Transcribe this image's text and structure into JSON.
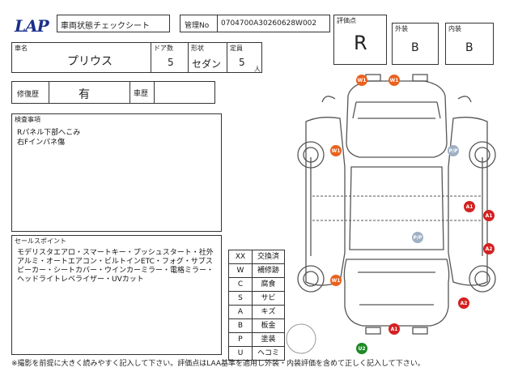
{
  "header": {
    "logo_text": "LAP",
    "sheet_title": "車両状態チェックシート",
    "mgmt_label": "管理No",
    "mgmt_value": "0704700A30260628W002",
    "rating_label": "評価点",
    "rating_value": "R",
    "exterior_label": "外装",
    "exterior_value": "B",
    "interior_label": "内装",
    "interior_value": "B"
  },
  "vehicle": {
    "name_label": "車名",
    "name_value": "プリウス",
    "doors_label": "ドア数",
    "doors_value": "5",
    "shape_label": "形状",
    "shape_value": "セダン",
    "capacity_label": "定員",
    "capacity_value": "5",
    "capacity_unit": "人"
  },
  "repair": {
    "repair_label": "修復歴",
    "repair_value": "有",
    "history_label": "車歴",
    "history_value": ""
  },
  "inspection": {
    "label": "検査事項",
    "text": "Rパネル下部へこみ\n右Fインパネ傷"
  },
  "sales": {
    "label": "セールスポイント",
    "text": "モデリスタエアロ・スマートキー・プッシュスタート・社外アルミ・オートエアコン・ビルトインETC・フォグ・サブスピーカー・シートカバー・ウインカーミラー・電格ミラー・ヘッドライトレベライザー・UVカット"
  },
  "legend": [
    {
      "code": "XX",
      "desc": "交換済"
    },
    {
      "code": "W",
      "desc": "補修跡"
    },
    {
      "code": "C",
      "desc": "腐食"
    },
    {
      "code": "S",
      "desc": "サビ"
    },
    {
      "code": "A",
      "desc": "キズ"
    },
    {
      "code": "B",
      "desc": "板金"
    },
    {
      "code": "P",
      "desc": "塗装"
    },
    {
      "code": "U",
      "desc": "ヘコミ"
    }
  ],
  "markers": {
    "w1": "W1",
    "a1": "A1",
    "a2": "A2",
    "pp": "P/P",
    "u2": "U2"
  },
  "colors": {
    "w1": "#e8621e",
    "a1": "#d42121",
    "a2": "#d42121",
    "pp": "#9fb0c4",
    "u2": "#1e8a26",
    "logo": "#1a2f8a"
  },
  "footer_note": "※撮影を前提に大きく読みやすく記入して下さい。評価点はLAA基準を適用し外装・内装評価を含めて正しく記入して下さい。"
}
